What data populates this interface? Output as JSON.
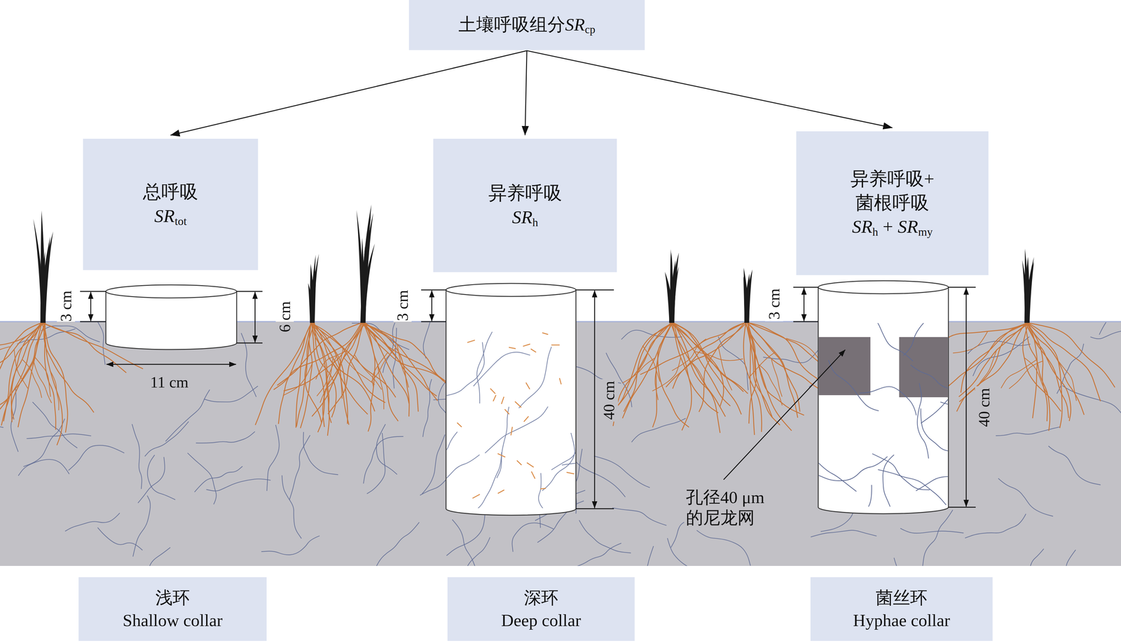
{
  "diagram": {
    "nodes": [
      {
        "text": [
          "土壤呼吸组分SRcp"
        ]
      },
      {
        "text": [
          "总呼吸",
          "SRtot"
        ]
      },
      {
        "text": [
          "异养呼吸",
          "SRh"
        ]
      },
      {
        "text": [
          "异养呼吸+ 菌根呼吸",
          "SRh + SRmy"
        ]
      },
      {
        "text": [
          "浅环",
          "Shallow collar"
        ]
      },
      {
        "text": [
          "深环",
          "Deep collar"
        ]
      },
      {
        "text": [
          "菌丝环",
          "Hyphae collar"
        ]
      }
    ],
    "edges": [
      {
        "from": 0,
        "to": 1,
        "arrow": "to"
      },
      {
        "from": 0,
        "to": 2,
        "arrow": "to"
      },
      {
        "from": 0,
        "to": 3,
        "arrow": "to"
      }
    ],
    "labels": [
      "3 cm",
      "6 cm",
      "11 cm",
      "3 cm",
      "40 cm",
      "3 cm",
      "40 cm",
      "孔径40 μm 的尼龙网"
    ]
  }
}
